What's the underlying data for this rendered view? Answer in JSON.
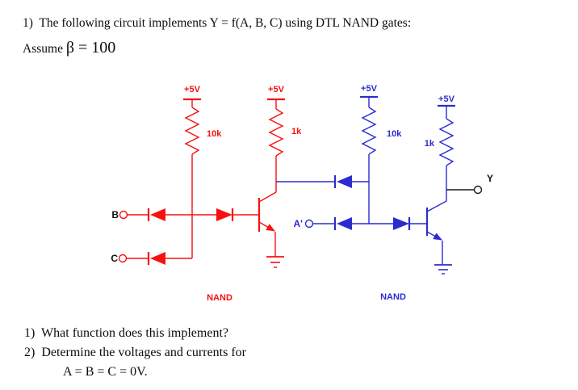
{
  "problem": {
    "title": "1)  The following circuit implements Y = f(A, B, C) using DTL NAND gates:",
    "assume_label": "Assume ",
    "assume_value": "β = 100",
    "question1": "1)  What function does this implement?",
    "question2": "2)  Determine the voltages and currents for",
    "condition": "A = B = C = 0V."
  },
  "circuit": {
    "colors": {
      "gate1_red": "#f81010",
      "gate2_blue": "#2b2bd0",
      "output_black": "#1a1a1a"
    },
    "supply1_label": "+5V",
    "supply2_label": "+5V",
    "supply3_label": "+5V",
    "supply4_label": "+5V",
    "r1_label": "10k",
    "r2_label": "1k",
    "r3_label": "10k",
    "r4_label": "1k",
    "input_b_label": "B",
    "input_c_label": "C",
    "input_a_label": "A'",
    "output_label": "Y",
    "gate1_label": "NAND",
    "gate2_label": "NAND"
  }
}
